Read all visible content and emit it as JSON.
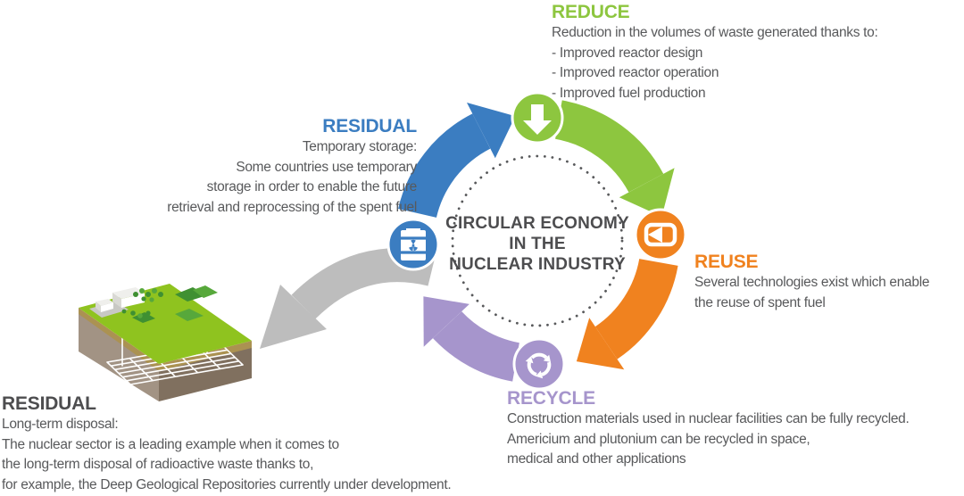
{
  "diagram_title_lines": [
    "CIRCULAR ECONOMY",
    "IN THE",
    "NUCLEAR INDUSTRY"
  ],
  "sections": {
    "reduce": {
      "title": "REDUCE",
      "lines": [
        "Reduction in the volumes of waste generated thanks to:",
        "- Improved reactor design",
        "- Improved reactor operation",
        "- Improved fuel production"
      ]
    },
    "reuse": {
      "title": "REUSE",
      "lines": [
        "Several technologies exist which enable",
        "the reuse of spent fuel"
      ]
    },
    "recycle": {
      "title": "RECYCLE",
      "lines": [
        "Construction materials used in nuclear facilities can be fully recycled.",
        "Americium and plutonium can be recycled in space,",
        "medical and other applications"
      ]
    },
    "residual_storage": {
      "title": "RESIDUAL",
      "lines": [
        "Temporary storage:",
        "Some countries use temporary",
        "storage in order to enable the future",
        "retrieval and reprocessing of the spent fuel"
      ]
    },
    "residual_disposal": {
      "title": "RESIDUAL",
      "lines": [
        "Long-term disposal:",
        "The nuclear sector is a leading example when it comes to",
        "the long-term disposal of radioactive waste thanks to,",
        "for example, the Deep Geological Repositories currently under development."
      ]
    }
  },
  "icons": {
    "reduce": "down-arrow-icon",
    "reuse": "loop-arrow-icon",
    "recycle": "recycle-icon",
    "residual": "radioactive-barrel-icon",
    "disposal": "curved-arrow-to-repository"
  },
  "colors": {
    "green": "#8dc63f",
    "orange": "#f0821f",
    "purple": "#a695cc",
    "blue": "#3b7dc1",
    "gray": "#bdbdbd",
    "body_text": "#58595b",
    "dark_title": "#4d4d4f",
    "dotted": "#58595b",
    "grass": "#8fc31f",
    "hill_green": "#3f9032",
    "soil_rim": "#ab9252",
    "earth_light": "#a29384",
    "earth_dark": "#80705f"
  }
}
